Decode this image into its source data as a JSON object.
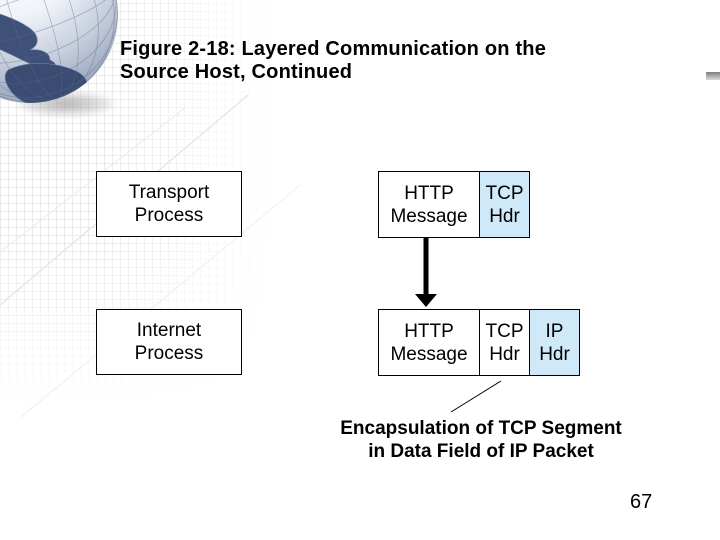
{
  "slide": {
    "title": {
      "line1": "Figure 2-18: Layered Communication on the",
      "line2": "Source Host, Continued"
    },
    "page_number": "67"
  },
  "diagram": {
    "transport_process": {
      "line1": "Transport",
      "line2": "Process"
    },
    "internet_process": {
      "line1": "Internet",
      "line2": "Process"
    },
    "row_transport": {
      "http": {
        "line1": "HTTP",
        "line2": "Message"
      },
      "tcp": {
        "line1": "TCP",
        "line2": "Hdr"
      }
    },
    "row_internet": {
      "http": {
        "line1": "HTTP",
        "line2": "Message"
      },
      "tcp": {
        "line1": "TCP",
        "line2": "Hdr"
      },
      "ip": {
        "line1": "IP",
        "line2": "Hdr"
      }
    },
    "caption": {
      "line1": "Encapsulation of TCP Segment",
      "line2": "in Data Field of IP Packet"
    }
  },
  "icons": {
    "globe": "globe-logo",
    "down_arrow": "down-arrow-icon",
    "pointer": "pointer-line",
    "dash": "right-edge-dash"
  },
  "colors": {
    "highlight_fill": "#cfe9f8",
    "box_border": "#000000",
    "text": "#000000"
  }
}
